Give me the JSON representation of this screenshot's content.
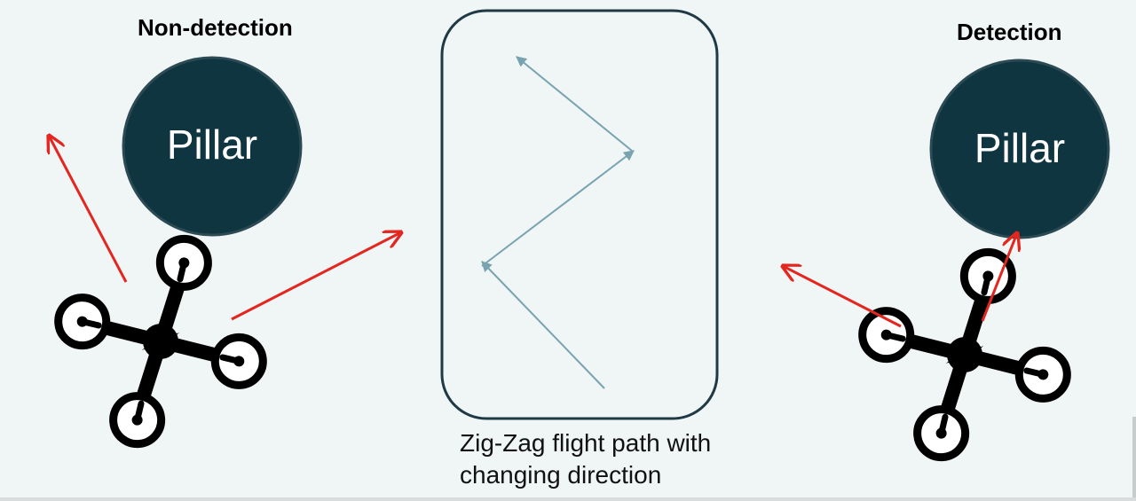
{
  "headings": {
    "left": "Non-detection",
    "right": "Detection"
  },
  "pillars": {
    "left_label": "Pillar",
    "right_label": "Pillar"
  },
  "flight_path_caption": {
    "line1": "Zig-Zag flight path with",
    "line2": "changing direction"
  },
  "colors": {
    "background": "#f0f5f6",
    "pillar_fill": "#0f3541",
    "pillar_text": "#ffffff",
    "red_arrow": "#e3261f",
    "path_arrow": "#7aa3b0",
    "drone": "#000000",
    "frame_stroke": "#1f3a44"
  },
  "icons": [
    "drone-icon",
    "arrow-icon"
  ]
}
